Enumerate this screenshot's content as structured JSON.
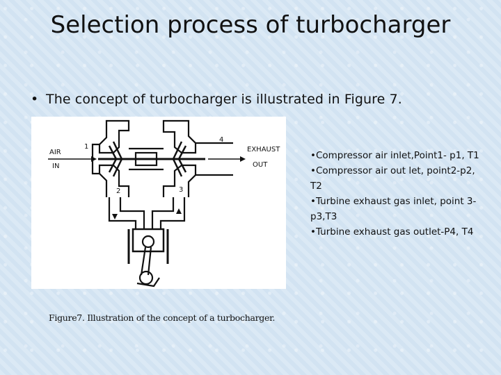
{
  "slide": {
    "title": "Selection process of turbocharger",
    "bullet": "The concept of turbocharger is illustrated in Figure 7.",
    "bullet_marker": "•"
  },
  "figure": {
    "labels": {
      "air": "AIR",
      "in": "IN",
      "exhaust": "EXHAUST",
      "out": "OUT",
      "point1": "1",
      "point2": "2",
      "point3": "3",
      "point4": "4"
    },
    "caption": "Figure7. Illustration of the concept of a turbocharger."
  },
  "notes": [
    "•Compressor air inlet,Point1- p1, T1",
    "•Compressor air  out let, point2-p2, T2",
    "•Turbine exhaust gas inlet, point 3-p3,T3",
    "•Turbine exhaust gas outlet-P4, T4"
  ]
}
